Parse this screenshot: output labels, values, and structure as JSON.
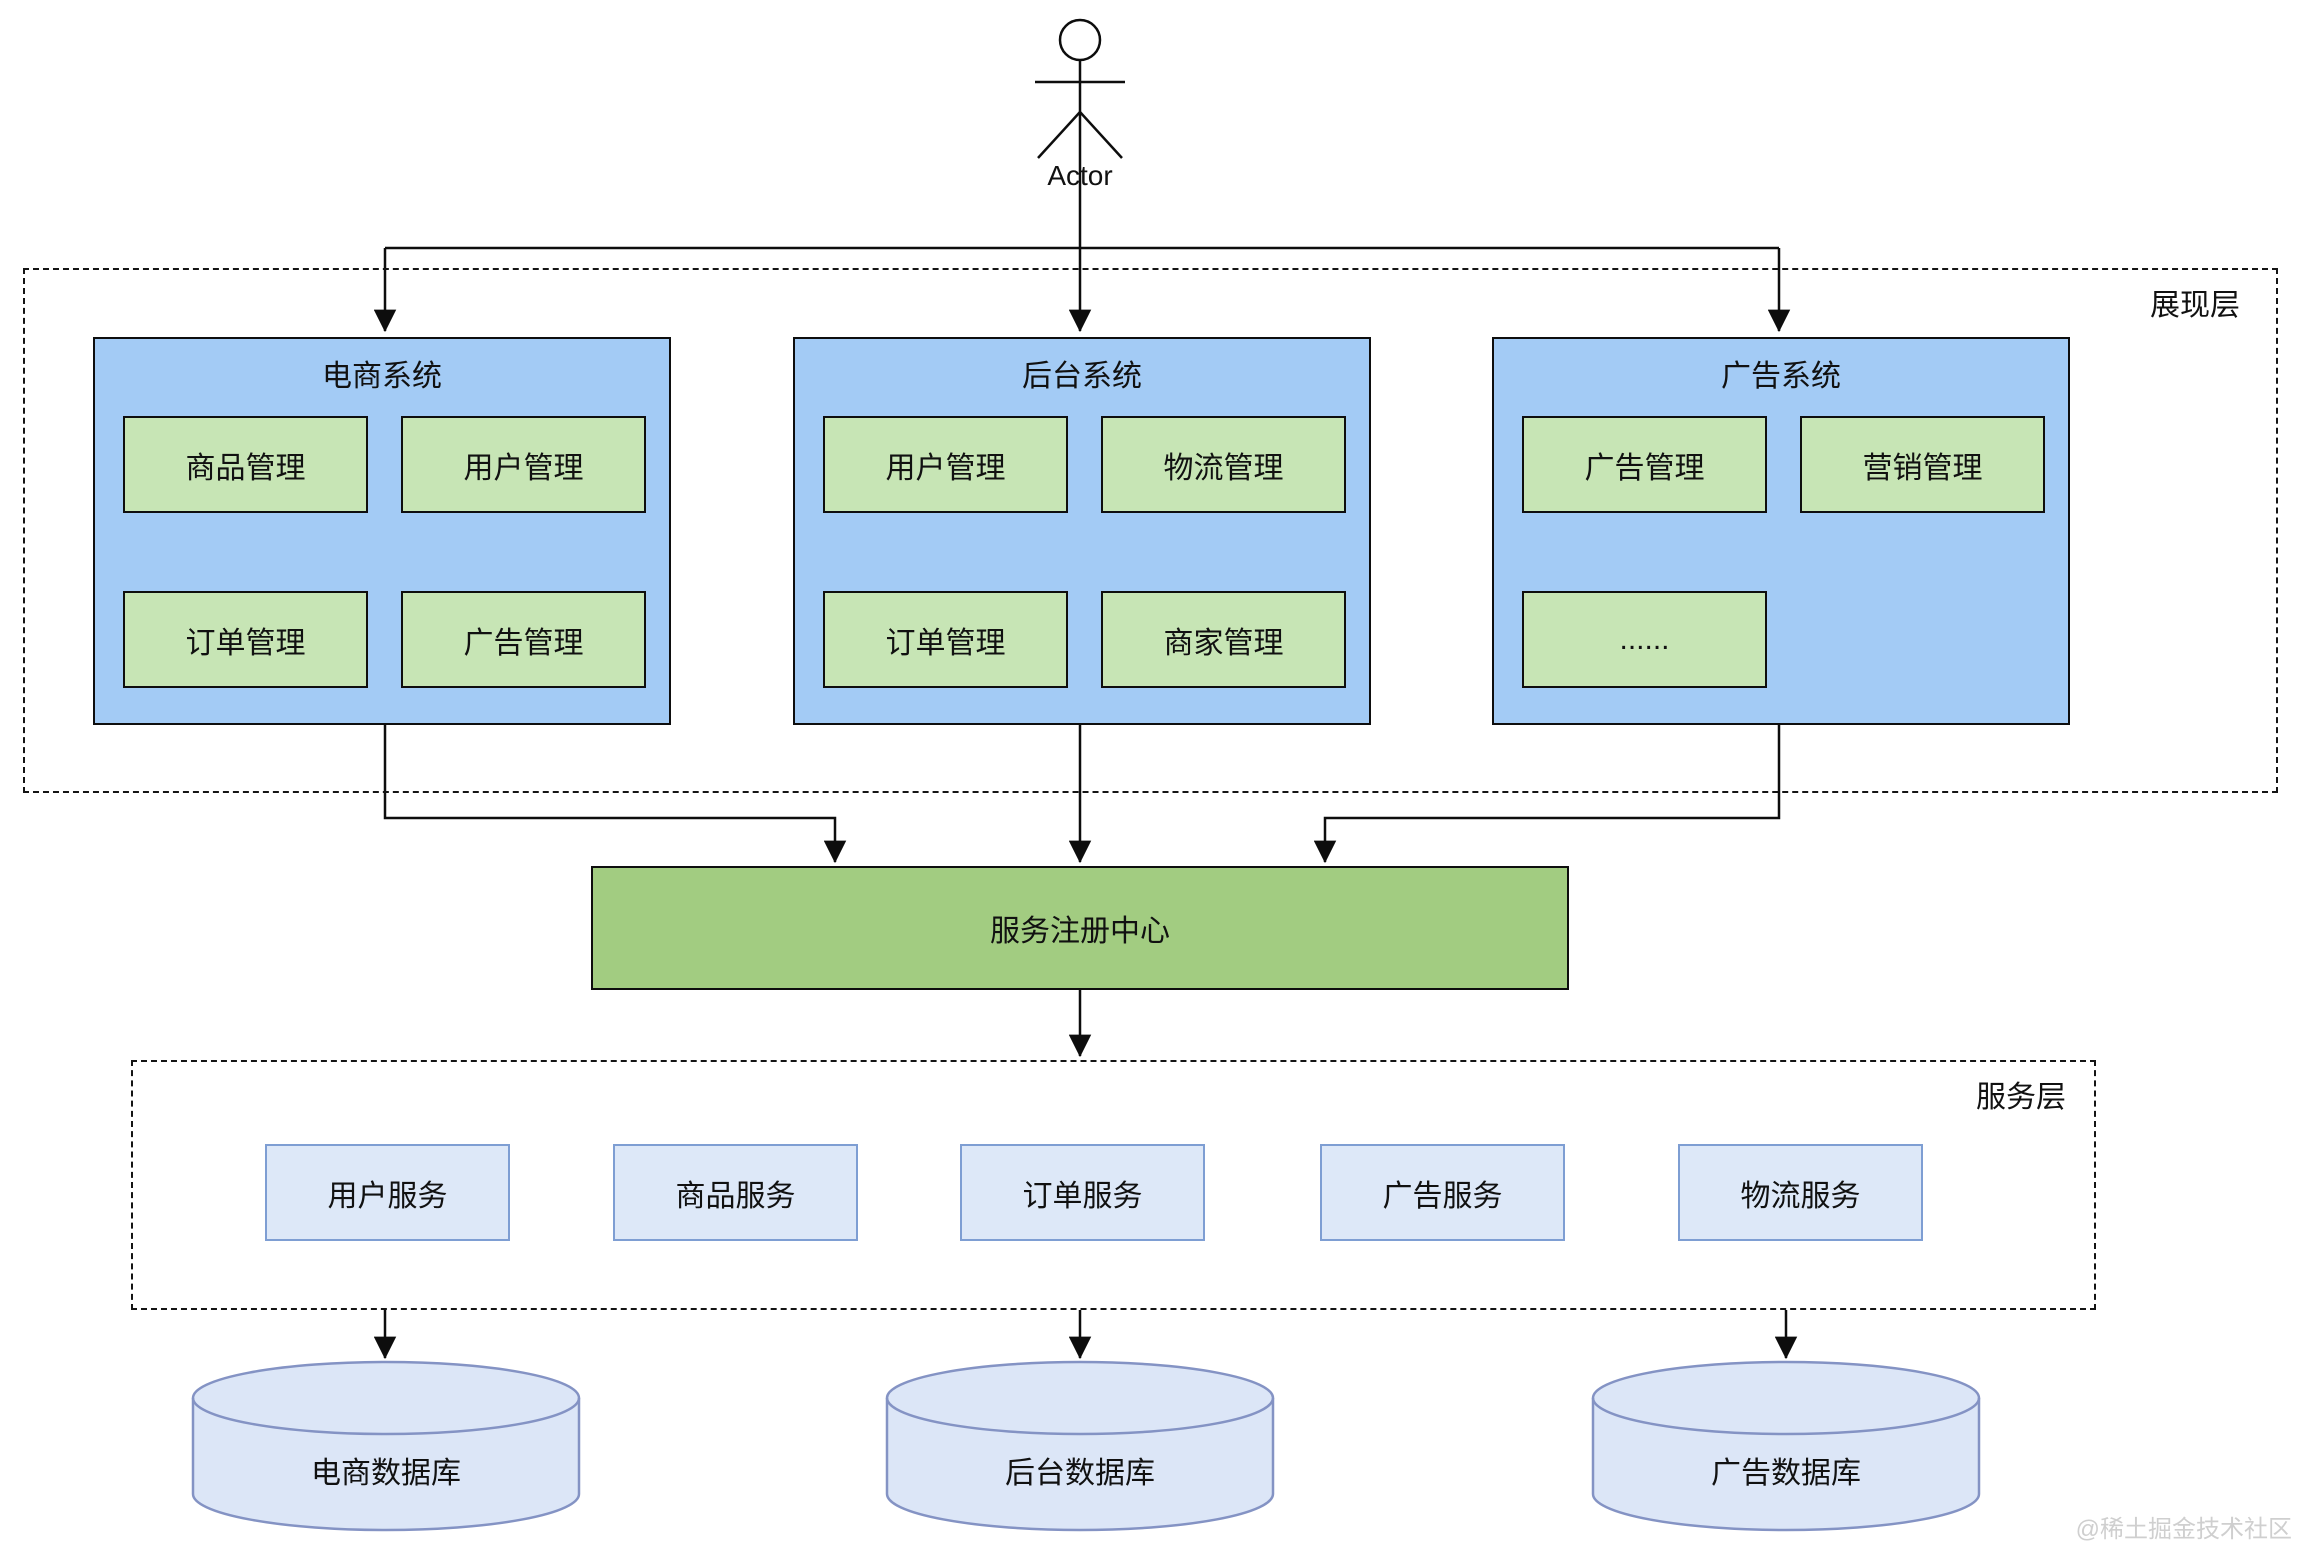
{
  "diagram": {
    "actor": {
      "label": "Actor"
    },
    "presentation_layer": {
      "label": "展现层",
      "systems": [
        {
          "title": "电商系统",
          "modules": [
            "商品管理",
            "用户管理",
            "订单管理",
            "广告管理"
          ]
        },
        {
          "title": "后台系统",
          "modules": [
            "用户管理",
            "物流管理",
            "订单管理",
            "商家管理"
          ]
        },
        {
          "title": "广告系统",
          "modules": [
            "广告管理",
            "营销管理",
            "......"
          ]
        }
      ]
    },
    "registry": {
      "label": "服务注册中心"
    },
    "service_layer": {
      "label": "服务层",
      "services": [
        "用户服务",
        "商品服务",
        "订单服务",
        "广告服务",
        "物流服务"
      ]
    },
    "databases": [
      "电商数据库",
      "后台数据库",
      "广告数据库"
    ],
    "watermark": "@稀土掘金技术社区",
    "colors": {
      "line": "#0d0d0d",
      "system_fill": "#a3cbf5",
      "module_fill": "#c7e5b5",
      "registry_fill": "#a2cc81",
      "service_fill": "#dde8f8",
      "service_border": "#7e9ed3",
      "db_fill": "#dce6f7",
      "db_border": "#8493c4",
      "watermark_color": "#cfcfcf"
    }
  }
}
